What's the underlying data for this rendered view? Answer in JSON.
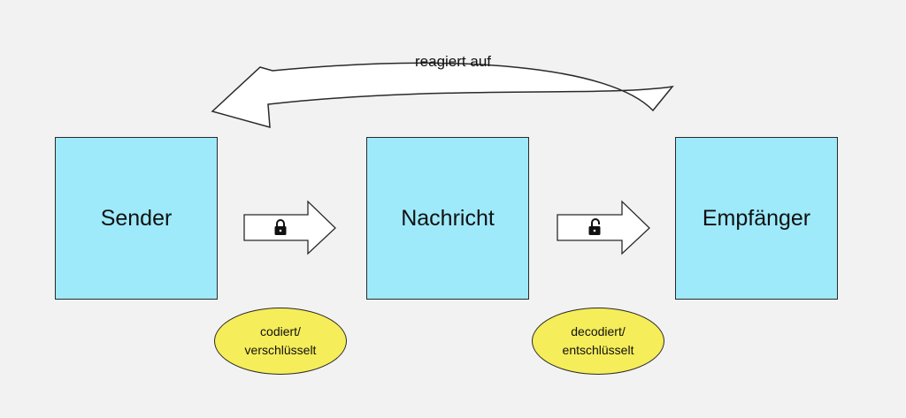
{
  "diagram": {
    "nodes": {
      "sender": "Sender",
      "message": "Nachricht",
      "receiver": "Empfänger"
    },
    "process_labels": {
      "encode_line1": "codiert/",
      "encode_line2": "verschlüsselt",
      "decode_line1": "decodiert/",
      "decode_line2": "entschlüsselt"
    },
    "feedback_label": "reagiert auf",
    "icons": {
      "encode_arrow": "lock-icon",
      "decode_arrow": "unlock-icon"
    },
    "colors": {
      "background": "#f2f2f2",
      "box_fill": "#9eeafb",
      "ellipse_fill": "#f5ed5a",
      "stroke": "#2a2a2a"
    }
  }
}
